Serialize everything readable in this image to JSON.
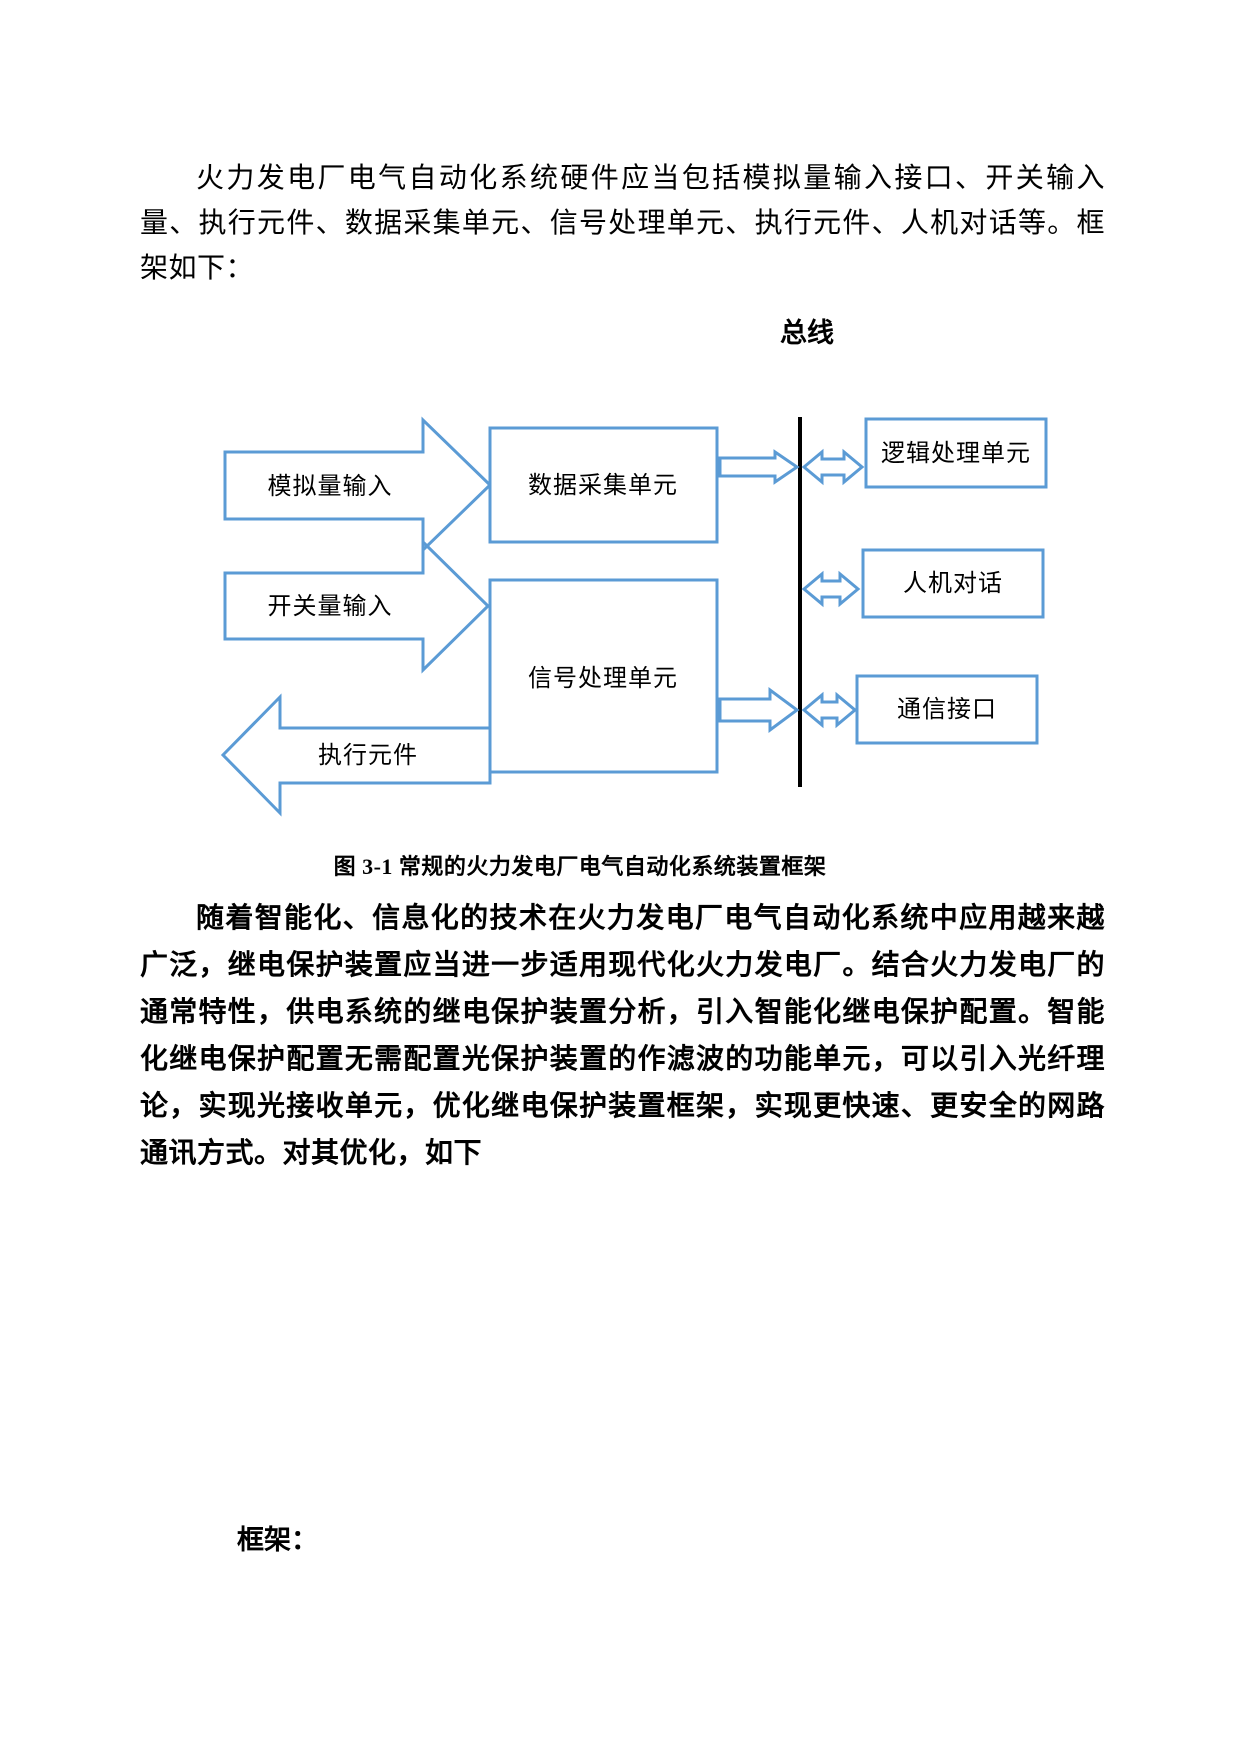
{
  "document": {
    "paragraph_intro": "火力发电厂电气自动化系统硬件应当包括模拟量输入接口、开关输入量、执行元件、数据采集单元、信号处理单元、执行元件、人机对话等。框架如下：",
    "figure_caption": "图 3-1 常规的火力发电厂电气自动化系统装置框架",
    "paragraph_body": "随着智能化、信息化的技术在火力发电厂电气自动化系统中应用越来越广泛，继电保护装置应当进一步适用现代化火力发电厂。结合火力发电厂的通常特性，供电系统的继电保护装置分析，引入智能化继电保护配置。智能化继电保护配置无需配置光保护装置的作滤波的功能单元，可以引入光纤理论，实现光接收单元，优化继电保护装置框架，实现更快速、更安全的网路通讯方式。对其优化，如下",
    "frame_heading": "框架："
  },
  "diagram": {
    "bus_label": "总线",
    "input_arrows": [
      {
        "label": "模拟量输入",
        "direction": "right"
      },
      {
        "label": "开关量输入",
        "direction": "right"
      }
    ],
    "output_arrow": {
      "label": "执行元件",
      "direction": "left"
    },
    "process_boxes": [
      {
        "label": "数据采集单元"
      },
      {
        "label": "信号处理单元"
      }
    ],
    "bus_connected_boxes": [
      {
        "label": "逻辑处理单元"
      },
      {
        "label": "人机对话"
      },
      {
        "label": "通信接口"
      }
    ],
    "colors": {
      "shape_outline": "#5B9BD5",
      "bus_line": "#000000",
      "text": "#000000",
      "page_background": "#FFFFFF"
    }
  }
}
